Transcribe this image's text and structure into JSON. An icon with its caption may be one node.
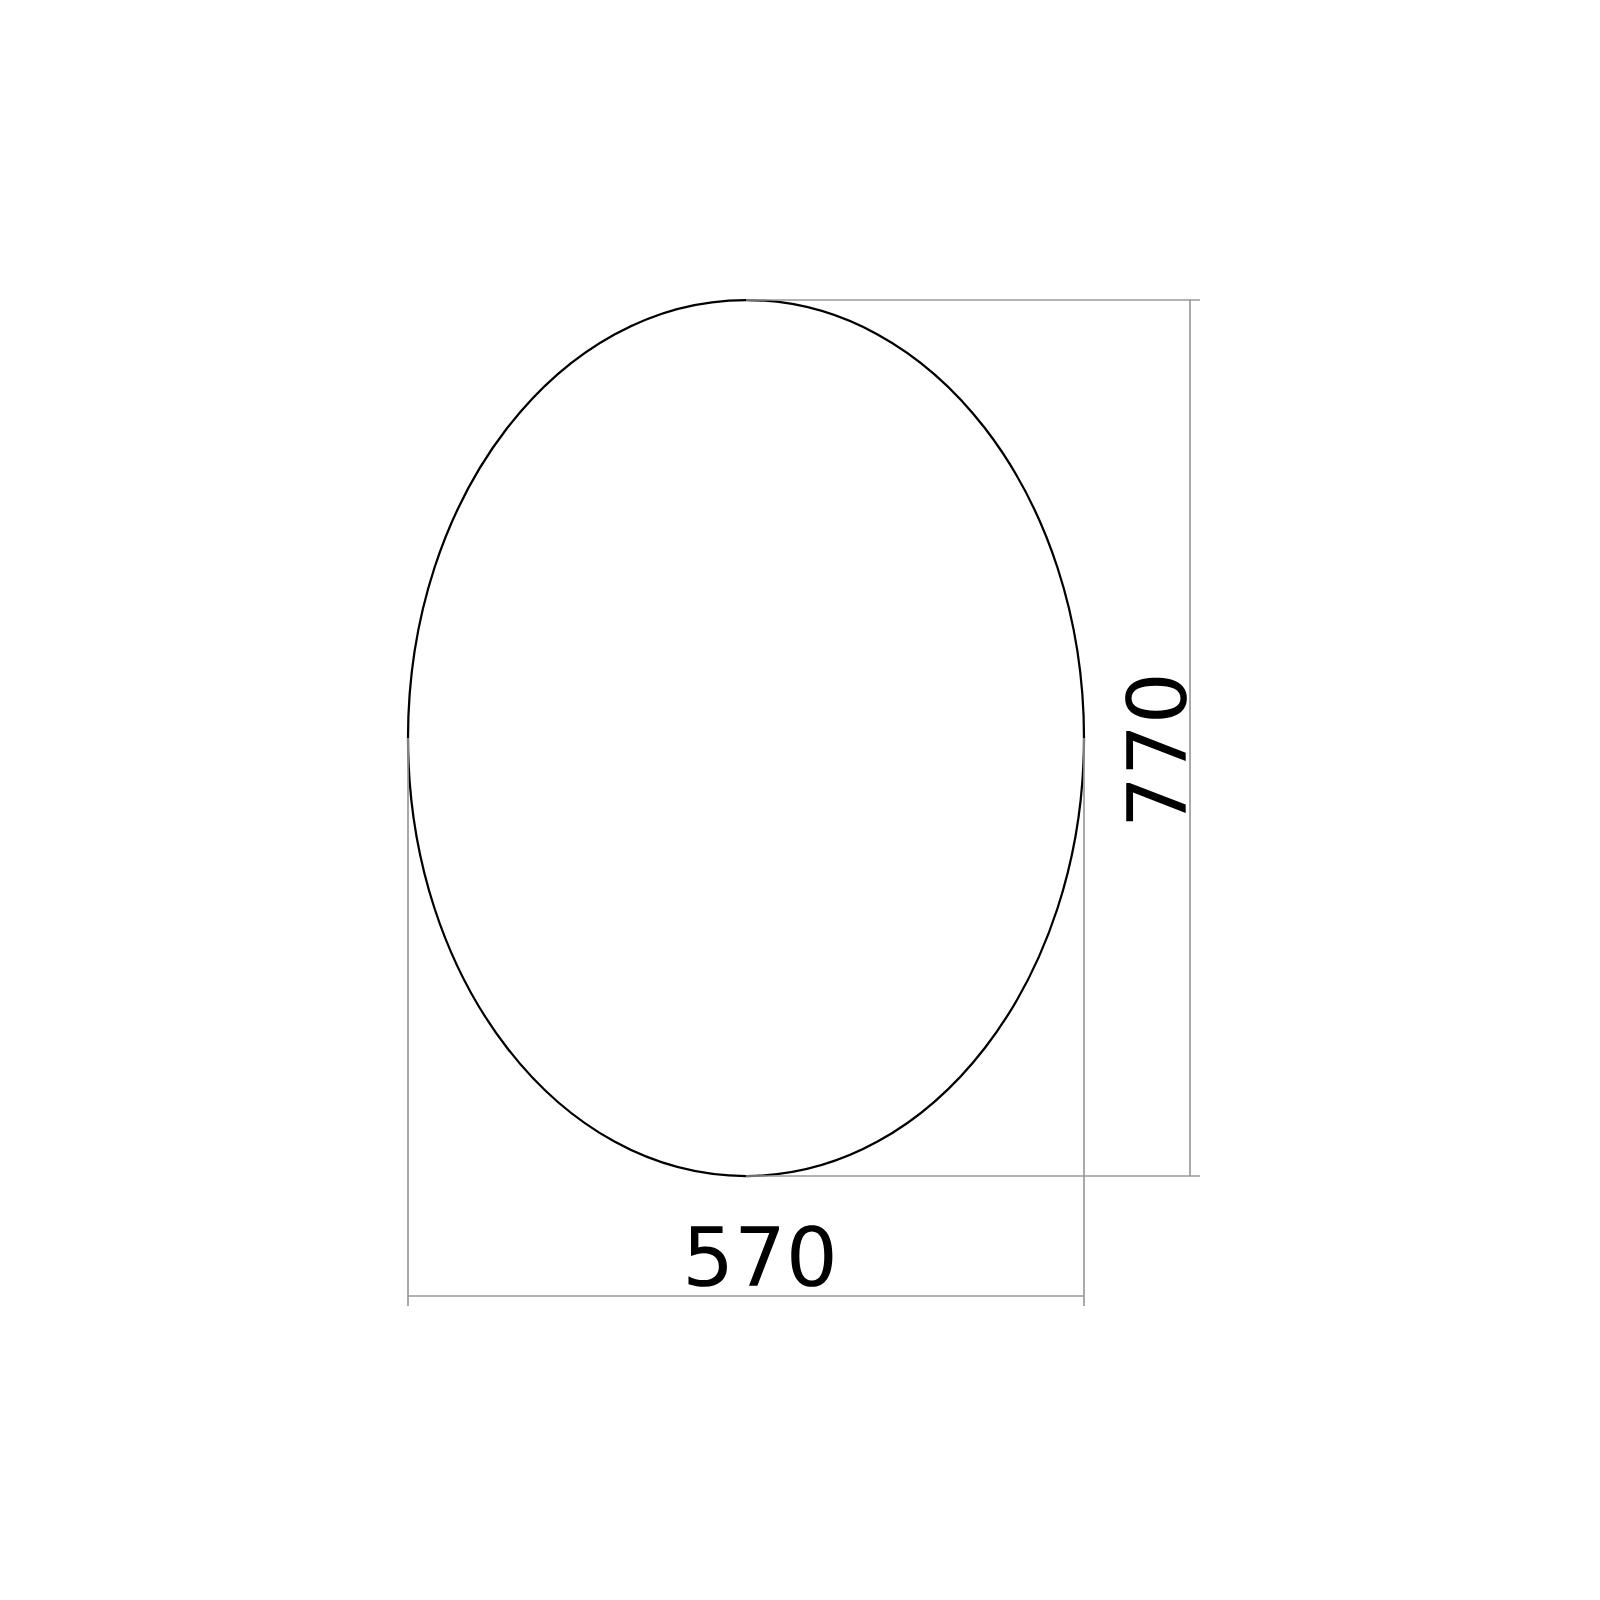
{
  "diagram": {
    "nodes": [
      {
        "text": [],
        "shape": "ellipse"
      }
    ],
    "labels": [
      "770",
      "570"
    ]
  }
}
